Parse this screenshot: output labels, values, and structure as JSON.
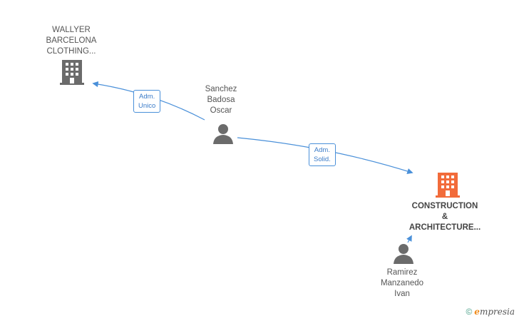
{
  "nodes": {
    "wallyer": {
      "label": "WALLYER\nBARCELONA\nCLOTHING...",
      "type": "company",
      "color": "#666666"
    },
    "sanchez": {
      "label": "Sanchez\nBadosa\nOscar",
      "type": "person",
      "color": "#666666"
    },
    "construction": {
      "label": "CONSTRUCTION\n&\nARCHITECTURE...",
      "type": "company",
      "color": "#f26b3a"
    },
    "ramirez": {
      "label": "Ramirez\nManzanedo\nIvan",
      "type": "person",
      "color": "#666666"
    }
  },
  "edges": [
    {
      "from": "sanchez",
      "to": "wallyer",
      "label": "Adm.\nUnico"
    },
    {
      "from": "sanchez",
      "to": "construction",
      "label": "Adm.\nSolid."
    },
    {
      "from": "ramirez",
      "to": "construction",
      "label": ""
    }
  ],
  "footer": {
    "copyright": "©",
    "brand_first": "e",
    "brand_rest": "mpresia"
  },
  "colors": {
    "edge": "#4a90d9"
  }
}
